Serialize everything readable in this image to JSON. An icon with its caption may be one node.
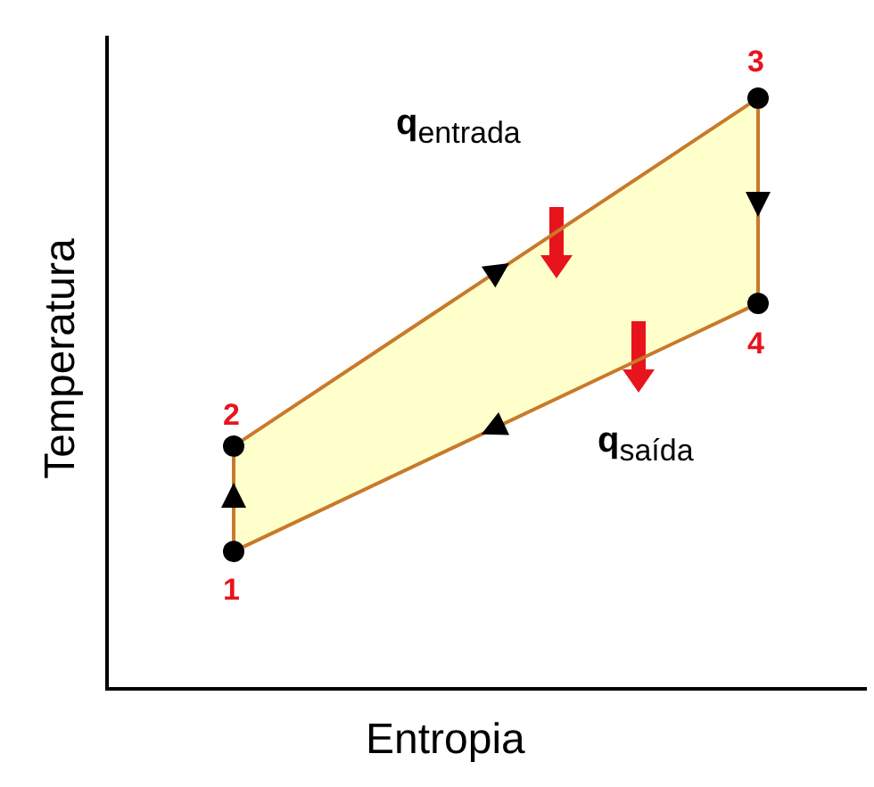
{
  "diagram": {
    "nodes": [
      {
        "text": [],
        "shape": "circle",
        "beside": [
          "1"
        ]
      },
      {
        "text": [],
        "shape": "circle",
        "beside": [
          "2"
        ]
      },
      {
        "text": [],
        "shape": "circle",
        "beside": [
          "3"
        ]
      },
      {
        "text": [],
        "shape": "circle",
        "beside": [
          "4"
        ]
      }
    ],
    "edges": [
      {
        "from": 0,
        "to": 1,
        "arrow": "to"
      },
      {
        "from": 1,
        "to": 2,
        "arrow": "to"
      },
      {
        "from": 2,
        "to": 3,
        "arrow": "to"
      },
      {
        "from": 3,
        "to": 0,
        "arrow": "to"
      }
    ],
    "labels": [
      "**q**$_{entrada}$",
      "**q**$_{saída}$",
      "Temperatura",
      "Entropia"
    ]
  }
}
